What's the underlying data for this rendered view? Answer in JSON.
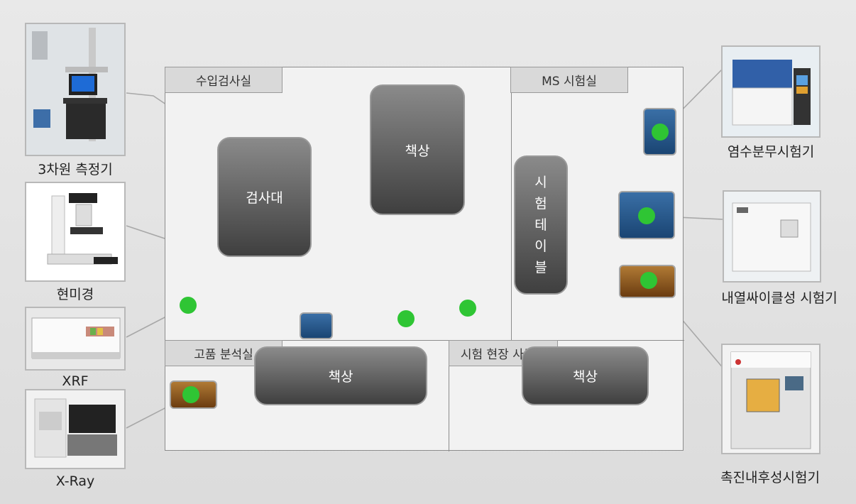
{
  "rooms": {
    "incoming": "수입검사실",
    "ms": "MS 시험실",
    "high": "고품 분석실",
    "office": "시험 현장 사무실"
  },
  "furniture": {
    "desk1": "책상",
    "inspection": "검사대",
    "desk2": "책상",
    "desk3": "책상",
    "table_chars": [
      "시",
      "험",
      "테",
      "이",
      "블"
    ]
  },
  "equipment": {
    "cmm": "3차원 측정기",
    "microscope": "현미경",
    "xrf": "XRF",
    "xray": "X-Ray",
    "salt": "염수분무시험기",
    "thermal": "내열싸이클성 시험기",
    "accelerated": "촉진내후성시험기"
  },
  "colors": {
    "marker": "#2fc534",
    "blue_equipment": "#1f4f82",
    "brown_equipment": "#8a5420"
  }
}
